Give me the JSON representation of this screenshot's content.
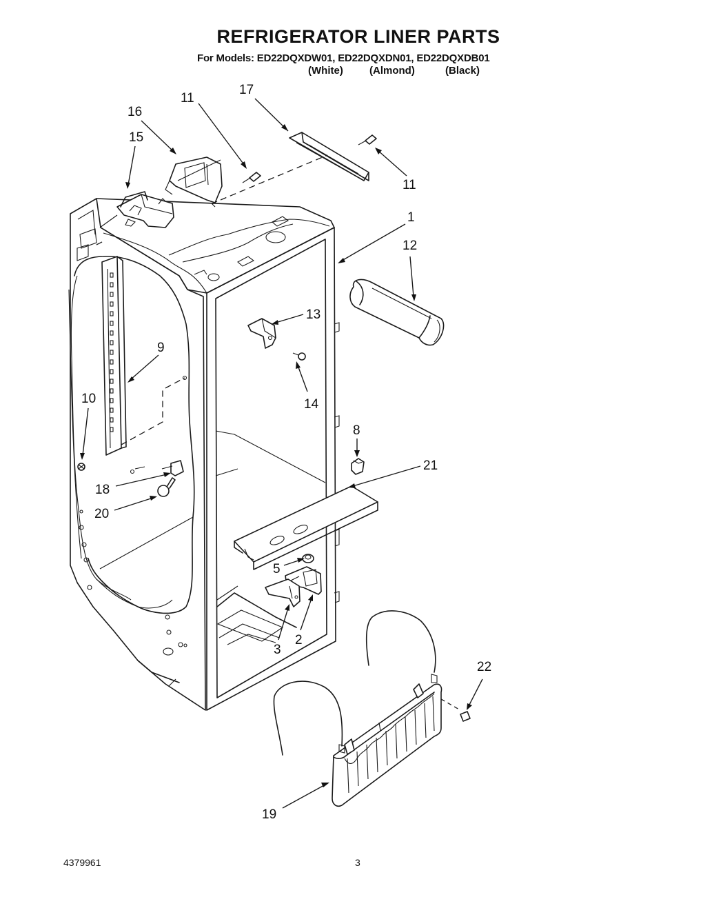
{
  "header": {
    "title": "REFRIGERATOR LINER PARTS",
    "models": "For Models: ED22DQXDW01, ED22DQXDN01, ED22DQXDB01",
    "variants": [
      "(White)",
      "(Almond)",
      "(Black)"
    ]
  },
  "callouts": [
    {
      "id": "c1",
      "label": "1"
    },
    {
      "id": "c2",
      "label": "2"
    },
    {
      "id": "c3",
      "label": "3"
    },
    {
      "id": "c5",
      "label": "5"
    },
    {
      "id": "c8",
      "label": "8"
    },
    {
      "id": "c9",
      "label": "9"
    },
    {
      "id": "c10",
      "label": "10"
    },
    {
      "id": "c11a",
      "label": "11"
    },
    {
      "id": "c11b",
      "label": "11"
    },
    {
      "id": "c12",
      "label": "12"
    },
    {
      "id": "c13",
      "label": "13"
    },
    {
      "id": "c14",
      "label": "14"
    },
    {
      "id": "c15",
      "label": "15"
    },
    {
      "id": "c16",
      "label": "16"
    },
    {
      "id": "c17",
      "label": "17"
    },
    {
      "id": "c18",
      "label": "18"
    },
    {
      "id": "c19",
      "label": "19"
    },
    {
      "id": "c20",
      "label": "20"
    },
    {
      "id": "c21",
      "label": "21"
    },
    {
      "id": "c22",
      "label": "22"
    }
  ],
  "footer": {
    "doc_number": "4379961",
    "page_number": "3"
  }
}
